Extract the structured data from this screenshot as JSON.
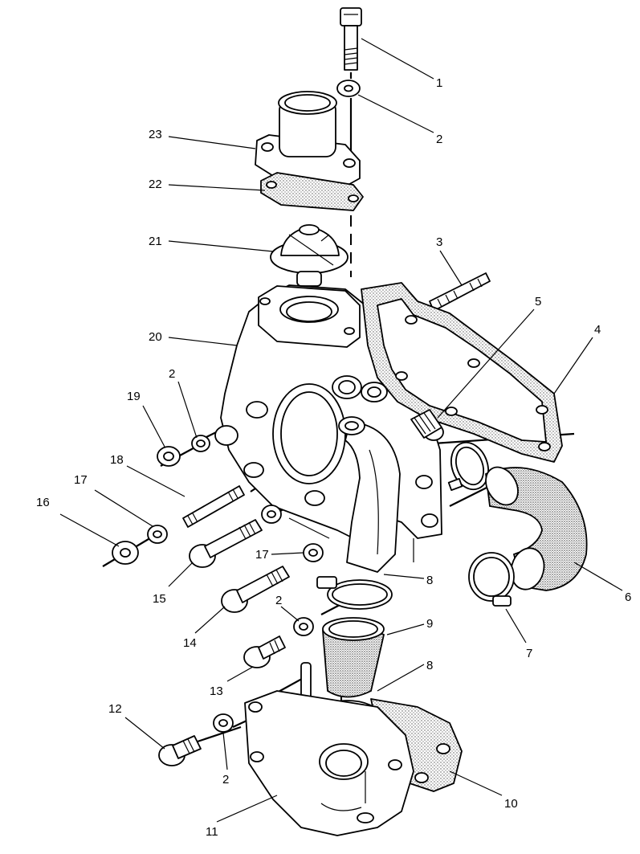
{
  "callouts": [
    {
      "id": "c1",
      "label": "1"
    },
    {
      "id": "c2a",
      "label": "2"
    },
    {
      "id": "c2b",
      "label": "2"
    },
    {
      "id": "c2c",
      "label": "2"
    },
    {
      "id": "c2d",
      "label": "2"
    },
    {
      "id": "c3",
      "label": "3"
    },
    {
      "id": "c4",
      "label": "4"
    },
    {
      "id": "c5",
      "label": "5"
    },
    {
      "id": "c6",
      "label": "6"
    },
    {
      "id": "c7",
      "label": "7"
    },
    {
      "id": "c8a",
      "label": "8"
    },
    {
      "id": "c8b",
      "label": "8"
    },
    {
      "id": "c9",
      "label": "9"
    },
    {
      "id": "c10",
      "label": "10"
    },
    {
      "id": "c11",
      "label": "11"
    },
    {
      "id": "c12",
      "label": "12"
    },
    {
      "id": "c13",
      "label": "13"
    },
    {
      "id": "c14",
      "label": "14"
    },
    {
      "id": "c15",
      "label": "15"
    },
    {
      "id": "c16",
      "label": "16"
    },
    {
      "id": "c17a",
      "label": "17"
    },
    {
      "id": "c17b",
      "label": "17"
    },
    {
      "id": "c18",
      "label": "18"
    },
    {
      "id": "c19",
      "label": "19"
    },
    {
      "id": "c20",
      "label": "20"
    },
    {
      "id": "c21",
      "label": "21"
    },
    {
      "id": "c22",
      "label": "22"
    },
    {
      "id": "c23",
      "label": "23"
    }
  ]
}
